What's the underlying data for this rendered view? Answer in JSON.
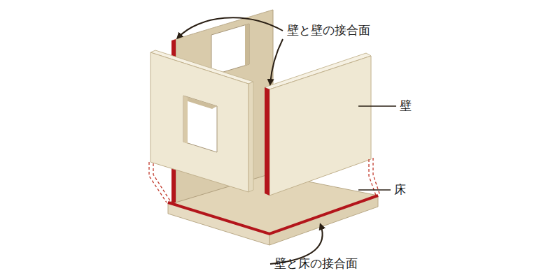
{
  "diagram": {
    "labels": [
      "壁と壁の接合面",
      "壁",
      "床",
      "壁と床の接合面"
    ]
  }
}
